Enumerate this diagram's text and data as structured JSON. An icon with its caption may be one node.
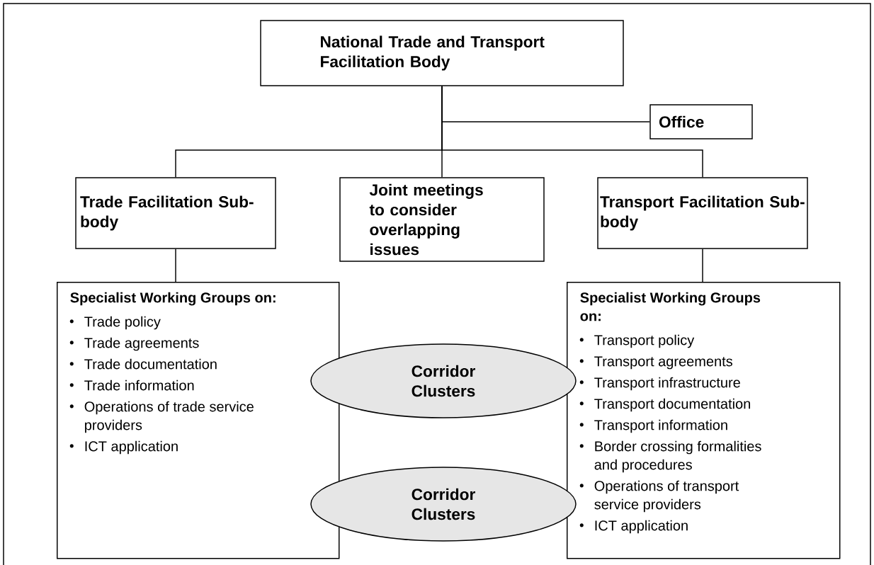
{
  "diagram": {
    "nodes": [
      {
        "text": [
          "National Trade and Transport Facilitation Body"
        ]
      },
      {
        "text": [
          "Office"
        ]
      },
      {
        "text": [
          "Trade Facilitation Sub-body"
        ]
      },
      {
        "text": [
          "Joint meetings to consider overlapping issues"
        ]
      },
      {
        "text": [
          "Transport Facilitation Sub-body"
        ]
      },
      {
        "text": [
          "Specialist Working Groups on:",
          "Trade policy",
          "Trade agreements",
          "Trade documentation",
          "Trade information",
          "Operations of trade service providers",
          "ICT application"
        ]
      },
      {
        "text": [
          "Specialist Working Groups on:",
          "Transport policy",
          "Transport agreements",
          "Transport infrastructure",
          "Transport documentation",
          "Transport information",
          "Border crossing formalities and procedures",
          "Operations of transport service providers",
          "ICT application"
        ]
      },
      {
        "text": [
          "Corridor Clusters"
        ]
      },
      {
        "text": [
          "Corridor Clusters"
        ]
      }
    ],
    "edges": [
      {
        "from": 0,
        "to": 1,
        "arrow": "none"
      },
      {
        "from": 0,
        "to": 2,
        "arrow": "none"
      },
      {
        "from": 0,
        "to": 3,
        "arrow": "none"
      },
      {
        "from": 0,
        "to": 4,
        "arrow": "none"
      },
      {
        "from": 2,
        "to": 5,
        "arrow": "none"
      },
      {
        "from": 4,
        "to": 6,
        "arrow": "none"
      }
    ]
  }
}
